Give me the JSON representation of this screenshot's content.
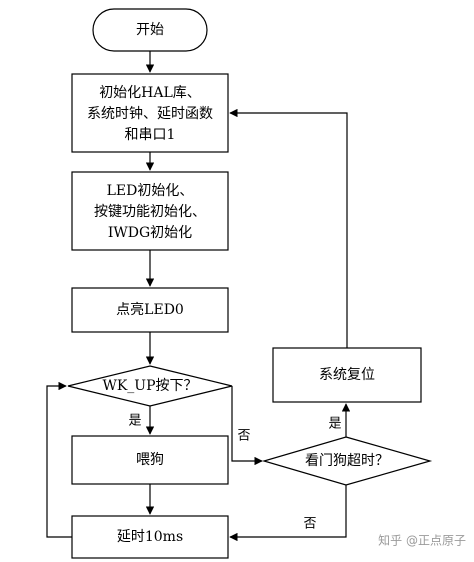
{
  "nodes": {
    "start": "开始",
    "init_hal": [
      "初始化HAL库、",
      "系统时钟、延时函数",
      "和串口1"
    ],
    "init_periph": [
      "LED初始化、",
      "按键功能初始化、",
      "IWDG初始化"
    ],
    "led_on": "点亮LED0",
    "wkup_check": "WK_UP按下？",
    "feed_dog": "喂狗",
    "delay": "延时10ms",
    "watchdog_timeout": "看门狗超时？",
    "system_reset": "系统复位"
  },
  "edges": {
    "wkup_yes": "是",
    "wkup_no": "否",
    "timeout_yes": "是",
    "timeout_no": "否"
  },
  "watermark": "知乎 @正点原子"
}
